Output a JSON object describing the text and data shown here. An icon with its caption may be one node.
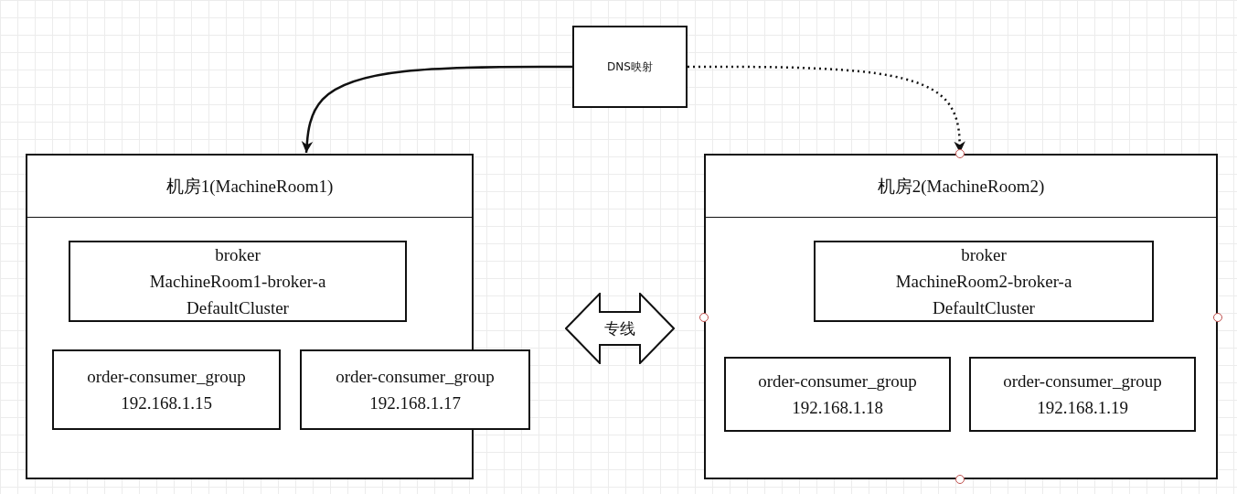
{
  "diagram": {
    "nodes": [
      {
        "text": [
          "DNS映射"
        ]
      },
      {
        "text": [
          "机房1(MachineRoom1)"
        ]
      },
      {
        "text": [
          "broker",
          "MachineRoom1-broker-a",
          "DefaultCluster"
        ],
        "in": 1
      },
      {
        "text": [
          "order-consumer_group",
          "192.168.1.15"
        ],
        "in": 1
      },
      {
        "text": [
          "order-consumer_group",
          "192.168.1.17"
        ]
      },
      {
        "text": [
          "机房2(MachineRoom2)"
        ]
      },
      {
        "text": [
          "broker",
          "MachineRoom2-broker-a",
          "DefaultCluster"
        ],
        "in": 5
      },
      {
        "text": [
          "order-consumer_group",
          "192.168.1.18"
        ],
        "in": 5
      },
      {
        "text": [
          "order-consumer_group",
          "192.168.1.19"
        ],
        "in": 5
      },
      {
        "text": [
          "专线"
        ]
      }
    ],
    "edges": [
      {
        "from": 0,
        "to": 1,
        "arrow": "to"
      },
      {
        "from": 0,
        "to": 5,
        "arrow": "to",
        "style": "dashed"
      }
    ]
  }
}
